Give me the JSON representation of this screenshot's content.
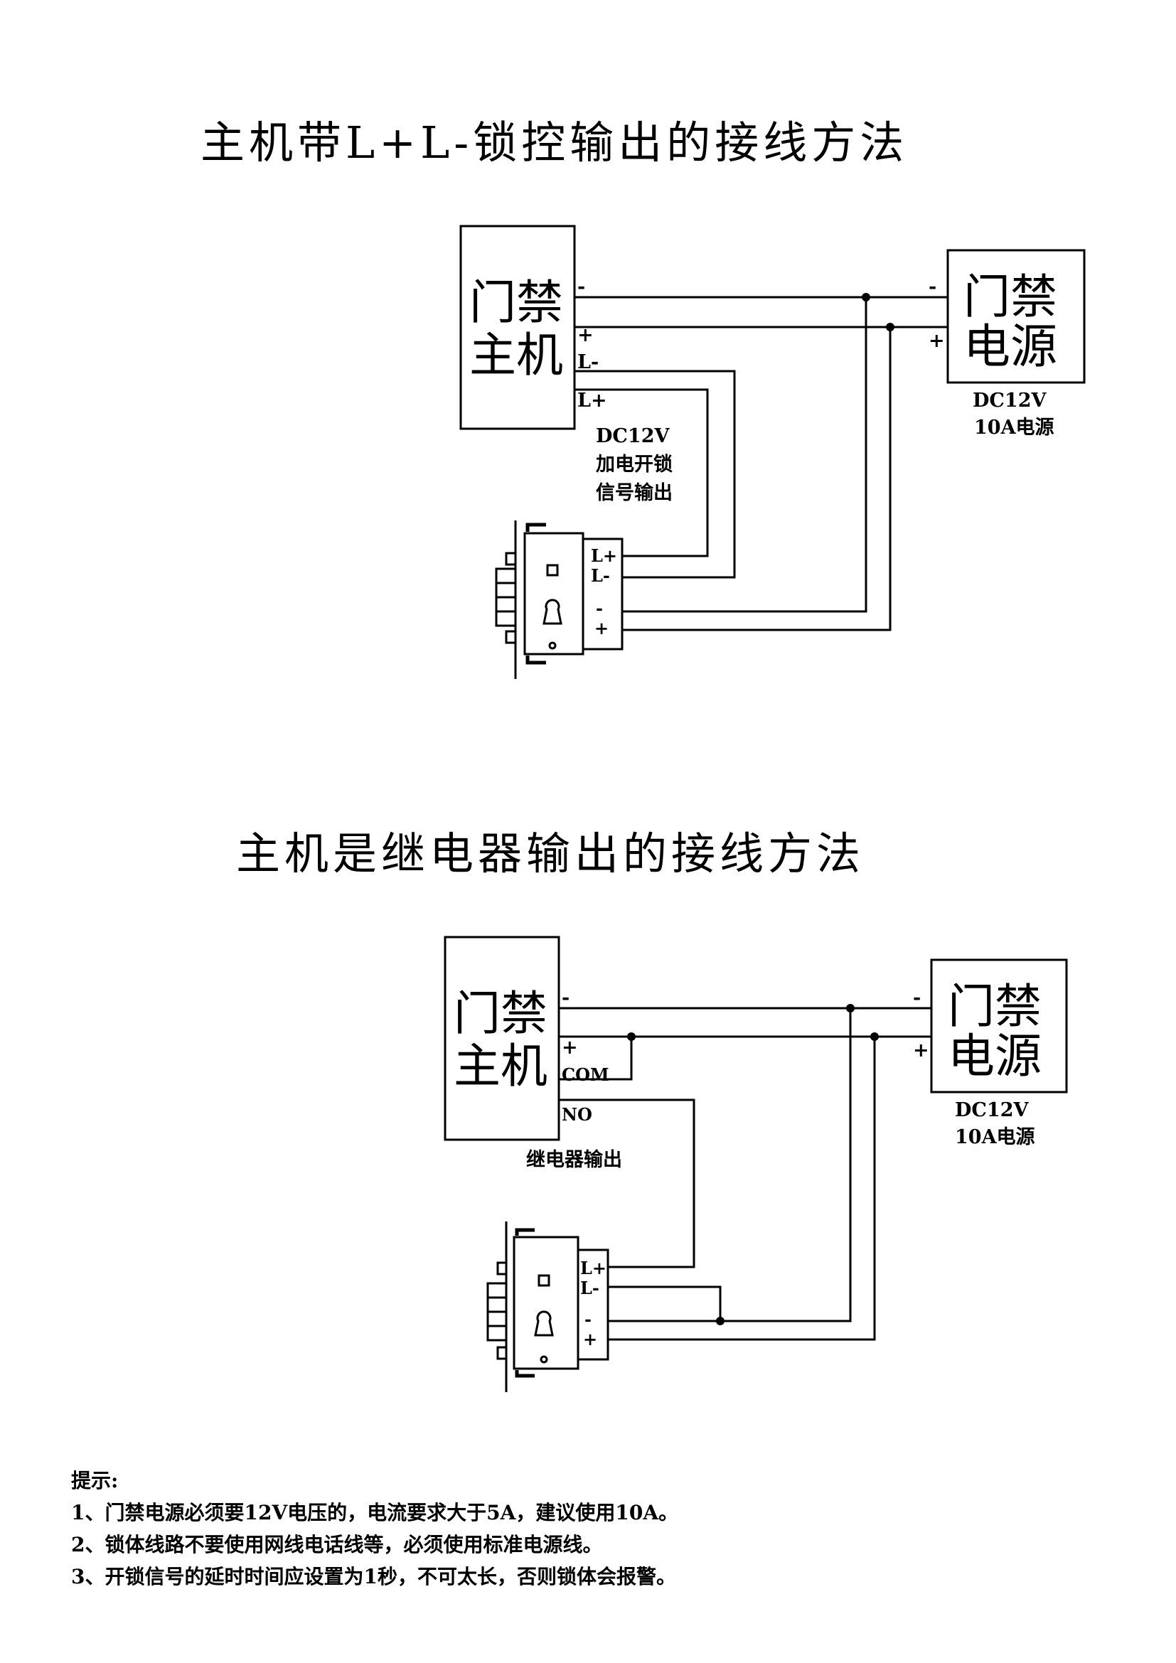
{
  "section1": {
    "title": "主机带L+L-锁控输出的接线方法",
    "host_line1": "门禁",
    "host_line2": "主机",
    "psu_line1": "门禁",
    "psu_line2": "电源",
    "term_minus": "-",
    "term_plus": "+",
    "term_l_minus": "L-",
    "term_l_plus": "L+",
    "psu_minus": "-",
    "psu_plus": "+",
    "psu_spec1": "DC12V",
    "psu_spec2": "10A电源",
    "signal1": "DC12V",
    "signal2": "加电开锁",
    "signal3": "信号输出",
    "lock_l_plus": "L+",
    "lock_l_minus": "L-",
    "lock_minus": "-",
    "lock_plus": "+"
  },
  "section2": {
    "title": "主机是继电器输出的接线方法",
    "host_line1": "门禁",
    "host_line2": "主机",
    "psu_line1": "门禁",
    "psu_line2": "电源",
    "term_minus": "-",
    "term_plus": "+",
    "term_com": "COM",
    "term_no": "NO",
    "relay_label": "继电器输出",
    "psu_minus": "-",
    "psu_plus": "+",
    "psu_spec1": "DC12V",
    "psu_spec2": "10A电源",
    "lock_l_plus": "L+",
    "lock_l_minus": "L-",
    "lock_minus": "-",
    "lock_plus": "+"
  },
  "notes": {
    "heading": "提示:",
    "items": [
      "1、门禁电源必须要12V电压的，电流要求大于5A，建议使用10A。",
      "2、锁体线路不要使用网线电话线等，必须使用标准电源线。",
      "3、开锁信号的延时时间应设置为1秒，不可太长，否则锁体会报警。"
    ]
  }
}
